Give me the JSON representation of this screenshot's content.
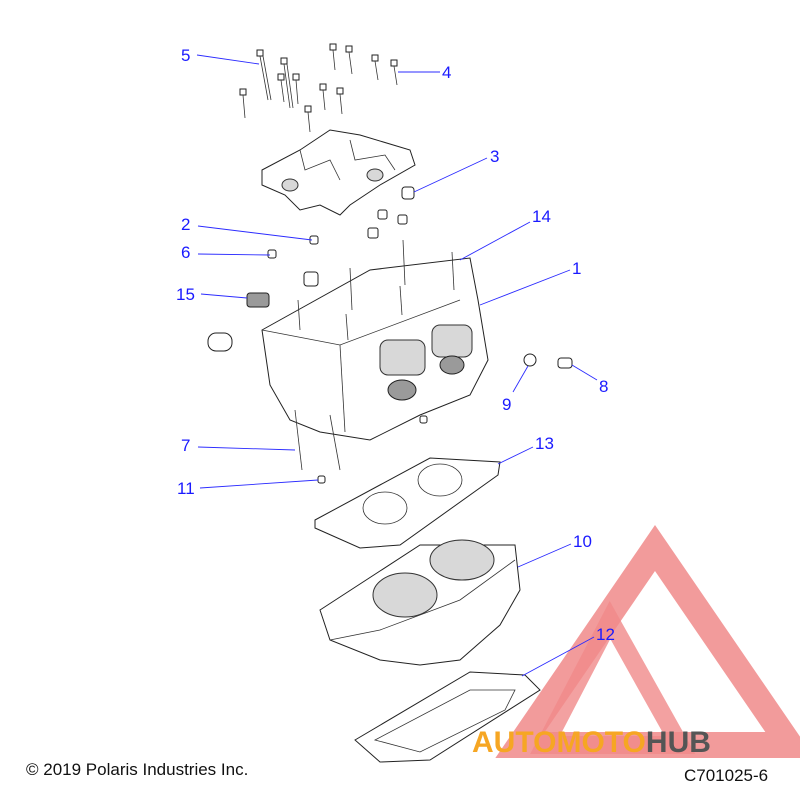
{
  "callouts": [
    {
      "id": "1",
      "label": "1"
    },
    {
      "id": "2",
      "label": "2"
    },
    {
      "id": "3",
      "label": "3"
    },
    {
      "id": "4",
      "label": "4"
    },
    {
      "id": "5",
      "label": "5"
    },
    {
      "id": "6",
      "label": "6"
    },
    {
      "id": "7",
      "label": "7"
    },
    {
      "id": "8",
      "label": "8"
    },
    {
      "id": "9",
      "label": "9"
    },
    {
      "id": "10",
      "label": "10"
    },
    {
      "id": "11",
      "label": "11"
    },
    {
      "id": "12",
      "label": "12"
    },
    {
      "id": "13",
      "label": "13"
    },
    {
      "id": "14",
      "label": "14"
    },
    {
      "id": "15",
      "label": "15"
    }
  ],
  "footer": {
    "copyright": "© 2019 Polaris Industries Inc.",
    "doc_code": "C701025-6"
  },
  "watermark": {
    "text_part1": "AUTOMOTO",
    "text_part2": "HUB",
    "color_red": "#f08a8a",
    "color_orange": "#f6a623",
    "color_gray": "#555555"
  },
  "colors": {
    "callout": "#1a1aff"
  }
}
